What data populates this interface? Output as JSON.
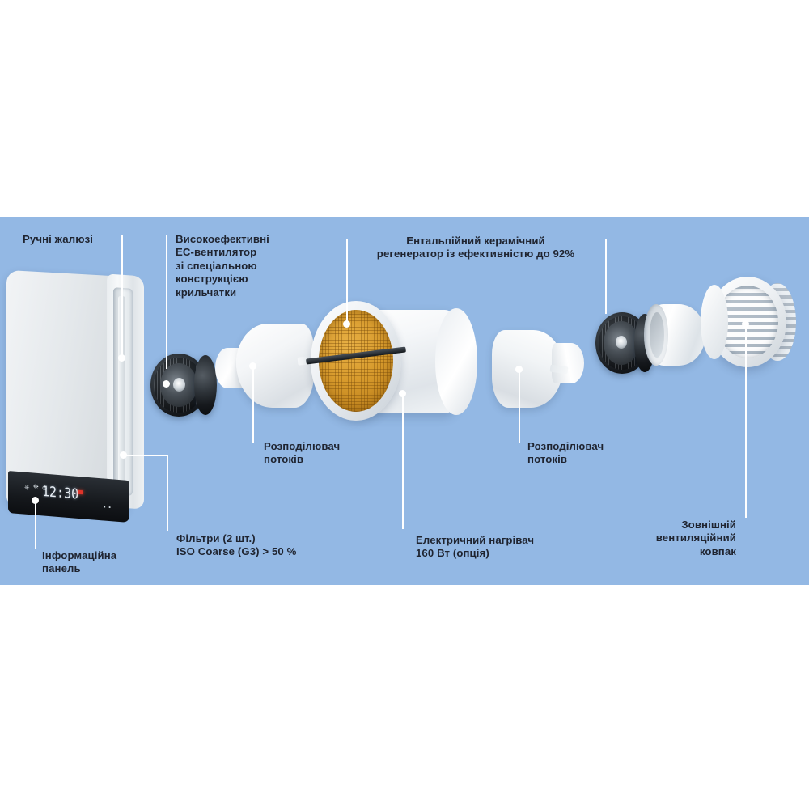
{
  "scene": {
    "kind": "exploded-product-diagram",
    "product": "decentralized heat recovery ventilation unit",
    "background_color": "#ffffff",
    "panel_color": "#93b8e4",
    "label_color": "#1f2430",
    "leader_color": "#ffffff"
  },
  "callouts": [
    {
      "id": "manual-louvers",
      "text": "Ручні жалюзі",
      "align": "left"
    },
    {
      "id": "ec-fan",
      "text": "Високоефективні\nЕС-вентилятор\nзі спеціальною\nконструкцією\nкрильчатки",
      "align": "left"
    },
    {
      "id": "ceramic-regenerator",
      "text": "Ентальпійний керамічний\nрегенератор із ефективністю до 92%",
      "align": "center"
    },
    {
      "id": "flow-distributor-left",
      "text": "Розподілювач\nпотоків",
      "align": "left"
    },
    {
      "id": "flow-distributor-right",
      "text": "Розподілювач\nпотоків",
      "align": "left"
    },
    {
      "id": "info-panel",
      "text": "Інформаційна\nпанель",
      "align": "left"
    },
    {
      "id": "filters",
      "text": "Фільтри (2 шт.)\nISO Coarse (G3) > 50 %",
      "align": "left"
    },
    {
      "id": "electric-heater",
      "text": "Електричний нагрівач\n160 Вт (опція)",
      "align": "left"
    },
    {
      "id": "outdoor-hood",
      "text": "Зовнішній\nвентиляційний\nковпак",
      "align": "right"
    }
  ],
  "display": {
    "time": "12:30",
    "icons": [
      "power-icon",
      "fan-icon",
      "clock-icon"
    ],
    "indicator_color": "#e0342a",
    "signal_bars": "▪ ▪"
  },
  "parts": {
    "housing": "wall-unit-housing",
    "louver_slot": "manual-louver-slot",
    "fan_left": "ec-fan-left",
    "fan_right": "ec-fan-right",
    "distributor_left": "flow-distributor-left",
    "distributor_right": "flow-distributor-right",
    "regenerator": "ceramic-enthalpy-regenerator",
    "regenerator_core_color": "#d79a2c",
    "duct_sleeve": "duct-sleeve",
    "outdoor_hood": "outdoor-ventilation-hood"
  }
}
